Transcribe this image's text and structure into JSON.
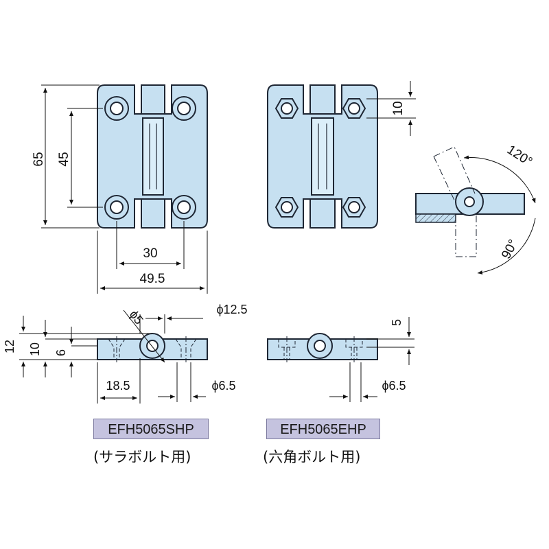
{
  "colors": {
    "part_fill": "#c6e0f1",
    "part_stroke": "#1e2633",
    "label_bg": "#c5c3df"
  },
  "dimensions": {
    "height_65": "65",
    "pitch_45": "45",
    "pitch_30": "30",
    "width_49_5": "49.5",
    "hole_offset_10": "10",
    "angle_120": "120°",
    "angle_90": "90°",
    "side_12": "12",
    "side_10": "10",
    "side_6": "6",
    "pin_dia_5": "ϕ5",
    "knuckle_dia_12_5": "ϕ12.5",
    "offset_18_5": "18.5",
    "hole_dia_6_5_left": "ϕ6.5",
    "offset_5": "5",
    "hole_dia_6_5_right": "ϕ6.5"
  },
  "models": {
    "left": {
      "part_no": "EFH5065SHP",
      "caption": "(サラボルト用)"
    },
    "right": {
      "part_no": "EFH5065EHP",
      "caption": "(六角ボルト用)"
    }
  }
}
